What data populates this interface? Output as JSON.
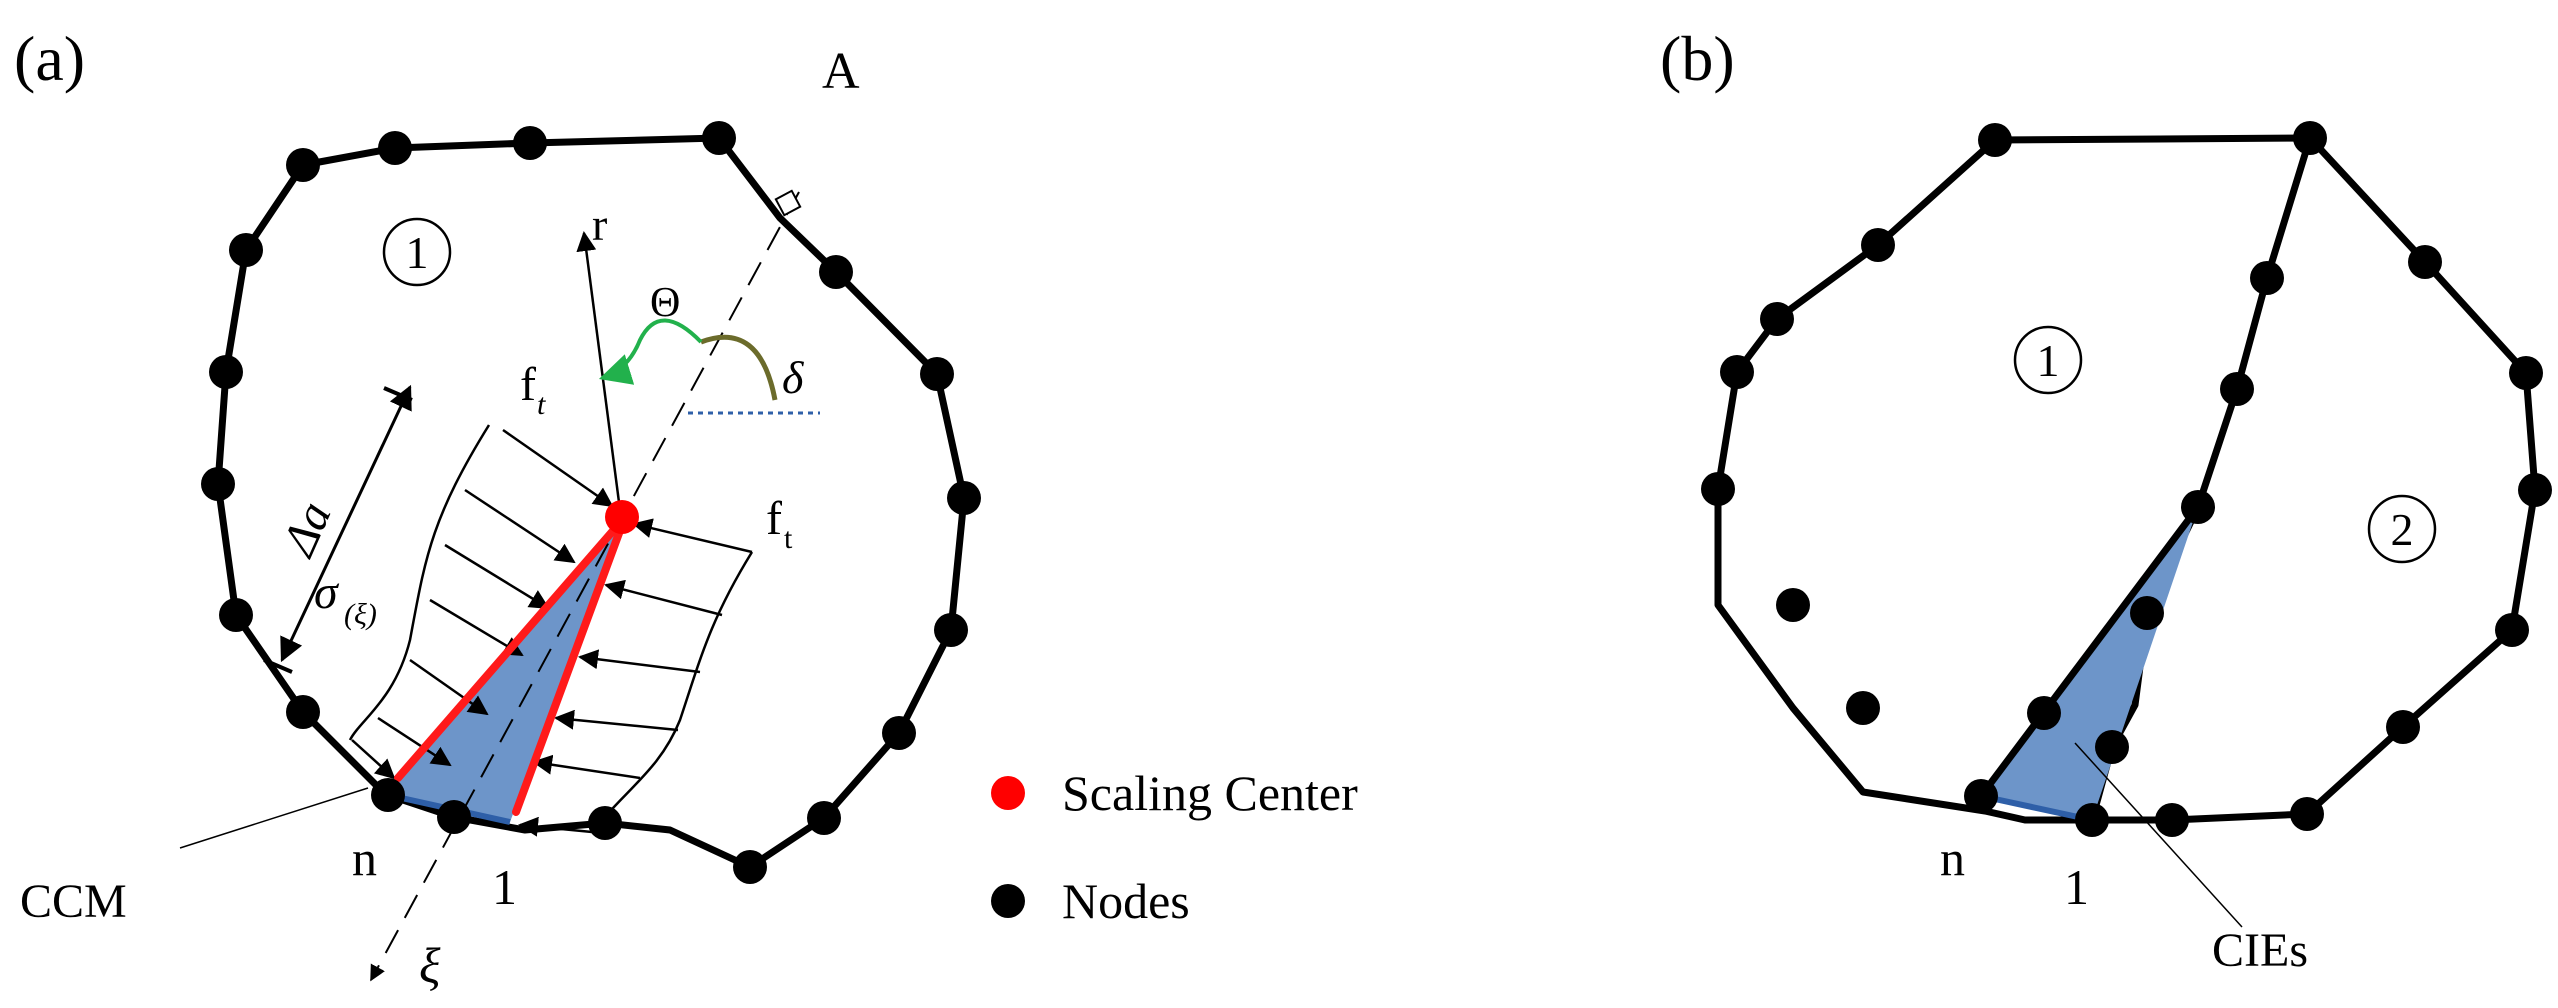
{
  "panels": {
    "a": {
      "label": "(a)",
      "subdomain_1": "1",
      "point_A": "A",
      "axis_r": "r",
      "axis_xi": "ξ",
      "theta": "Θ",
      "delta": "δ",
      "delta_a": "Δa",
      "sigma": "σ",
      "sigma_sub": "(ξ)",
      "ft_main": "f",
      "ft_sub": "t",
      "node_n": "n",
      "node_1": "1",
      "ccm": "CCM"
    },
    "b": {
      "label": "(b)",
      "subdomain_1": "1",
      "subdomain_2": "2",
      "node_n": "n",
      "node_1": "1",
      "cies": "CIEs"
    }
  },
  "legend": {
    "scaling_center": "Scaling Center",
    "nodes": "Nodes"
  },
  "colors": {
    "scaling_center": "#ff0000",
    "crack_fill": "#6d95c9",
    "crack_edge": "#ff1a1a",
    "theta_arc": "#22b14c",
    "delta_arc": "#6b6b2b",
    "reference_line": "#2e5fa8",
    "node": "#000000"
  }
}
